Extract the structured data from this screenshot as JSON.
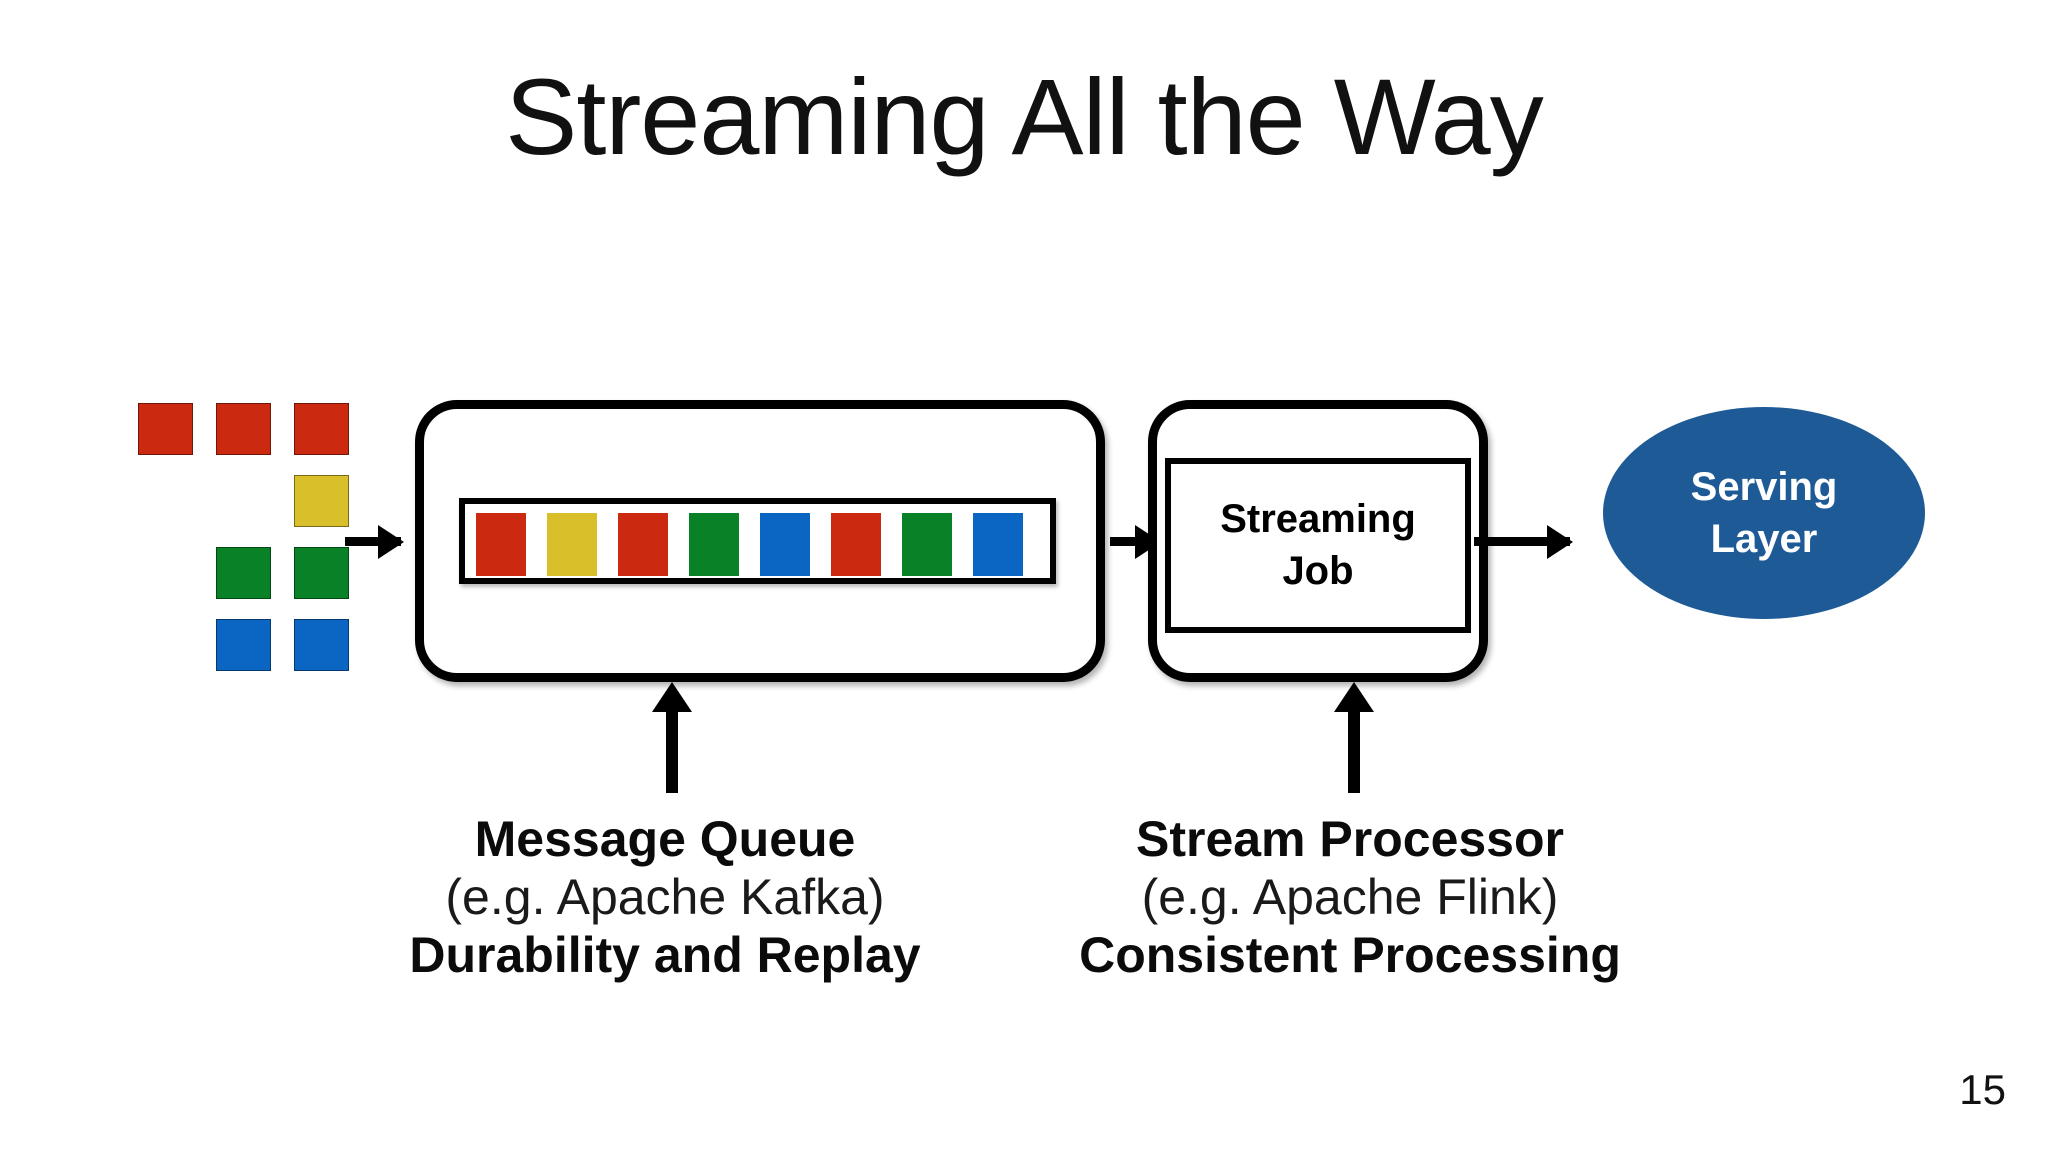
{
  "slide": {
    "title": "Streaming All the Way",
    "page_number": "15",
    "background": "#ffffff"
  },
  "palette": {
    "red": "#CB2A10",
    "yellow": "#D9C02A",
    "green": "#098227",
    "blue": "#0B66C3",
    "serving_fill": "#1E5B96",
    "stroke": "#000000"
  },
  "source_grid": {
    "name": "incoming-events",
    "cells": [
      {
        "col": 0,
        "row": 0,
        "color": "#CB2A10",
        "color_name": "red"
      },
      {
        "col": 1,
        "row": 0,
        "color": "#CB2A10",
        "color_name": "red"
      },
      {
        "col": 2,
        "row": 0,
        "color": "#CB2A10",
        "color_name": "red"
      },
      {
        "col": 2,
        "row": 1,
        "color": "#D9C02A",
        "color_name": "yellow"
      },
      {
        "col": 1,
        "row": 2,
        "color": "#098227",
        "color_name": "green"
      },
      {
        "col": 2,
        "row": 2,
        "color": "#098227",
        "color_name": "green"
      },
      {
        "col": 1,
        "row": 3,
        "color": "#0B66C3",
        "color_name": "blue"
      },
      {
        "col": 2,
        "row": 3,
        "color": "#0B66C3",
        "color_name": "blue"
      }
    ]
  },
  "message_queue": {
    "name": "message-queue-box",
    "queue_cells": [
      {
        "color": "#CB2A10",
        "color_name": "red"
      },
      {
        "color": "#D9C02A",
        "color_name": "yellow"
      },
      {
        "color": "#CB2A10",
        "color_name": "red"
      },
      {
        "color": "#098227",
        "color_name": "green"
      },
      {
        "color": "#0B66C3",
        "color_name": "blue"
      },
      {
        "color": "#CB2A10",
        "color_name": "red"
      },
      {
        "color": "#098227",
        "color_name": "green"
      },
      {
        "color": "#0B66C3",
        "color_name": "blue"
      }
    ]
  },
  "stream_processor": {
    "name": "stream-processor-box",
    "job_label_line1": "Streaming",
    "job_label_line2": "Job"
  },
  "serving_layer": {
    "name": "serving-layer",
    "label_line1": "Serving",
    "label_line2": "Layer",
    "fill": "#1E5B96"
  },
  "captions": {
    "left": {
      "title": "Message Queue",
      "example": "(e.g. Apache Kafka)",
      "property": "Durability and Replay"
    },
    "right": {
      "title": "Stream Processor",
      "example": "(e.g. Apache Flink)",
      "property": "Consistent Processing"
    }
  },
  "arrows": [
    {
      "name": "arrow-source-to-queue",
      "direction": "right"
    },
    {
      "name": "arrow-queue-to-processor",
      "direction": "right"
    },
    {
      "name": "arrow-processor-to-serving",
      "direction": "right"
    },
    {
      "name": "arrow-caption-to-queue",
      "direction": "up"
    },
    {
      "name": "arrow-caption-to-processor",
      "direction": "up"
    }
  ]
}
